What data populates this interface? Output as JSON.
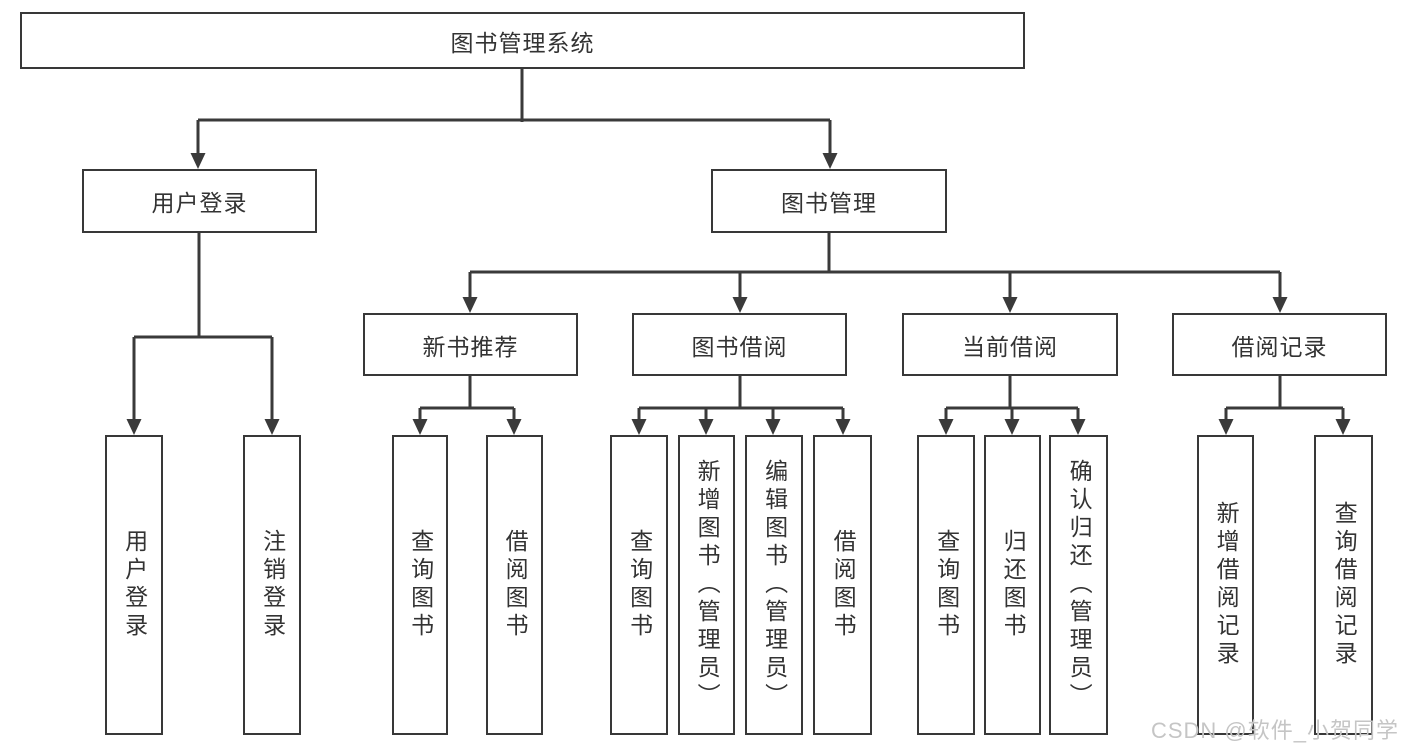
{
  "title": "图书管理系统",
  "branches": [
    {
      "label": "用户登录",
      "children": [
        "用户登录",
        "注销登录"
      ]
    },
    {
      "label": "图书管理",
      "sections": [
        {
          "label": "新书推荐",
          "children": [
            "查询图书",
            "借阅图书"
          ]
        },
        {
          "label": "图书借阅",
          "children": [
            "查询图书",
            "新增图书（管理员）",
            "编辑图书（管理员）",
            "借阅图书"
          ]
        },
        {
          "label": "当前借阅",
          "children": [
            "查询图书",
            "归还图书",
            "确认归还（管理员）"
          ]
        },
        {
          "label": "借阅记录",
          "children": [
            "新增借阅记录",
            "查询借阅记录"
          ]
        }
      ]
    }
  ],
  "watermark": "CSDN @软件_小贺同学",
  "colors": {
    "line": "#3a3a3a",
    "text": "#333333",
    "box_background": "#ffffff",
    "watermark_text": "#c5c5c5"
  }
}
